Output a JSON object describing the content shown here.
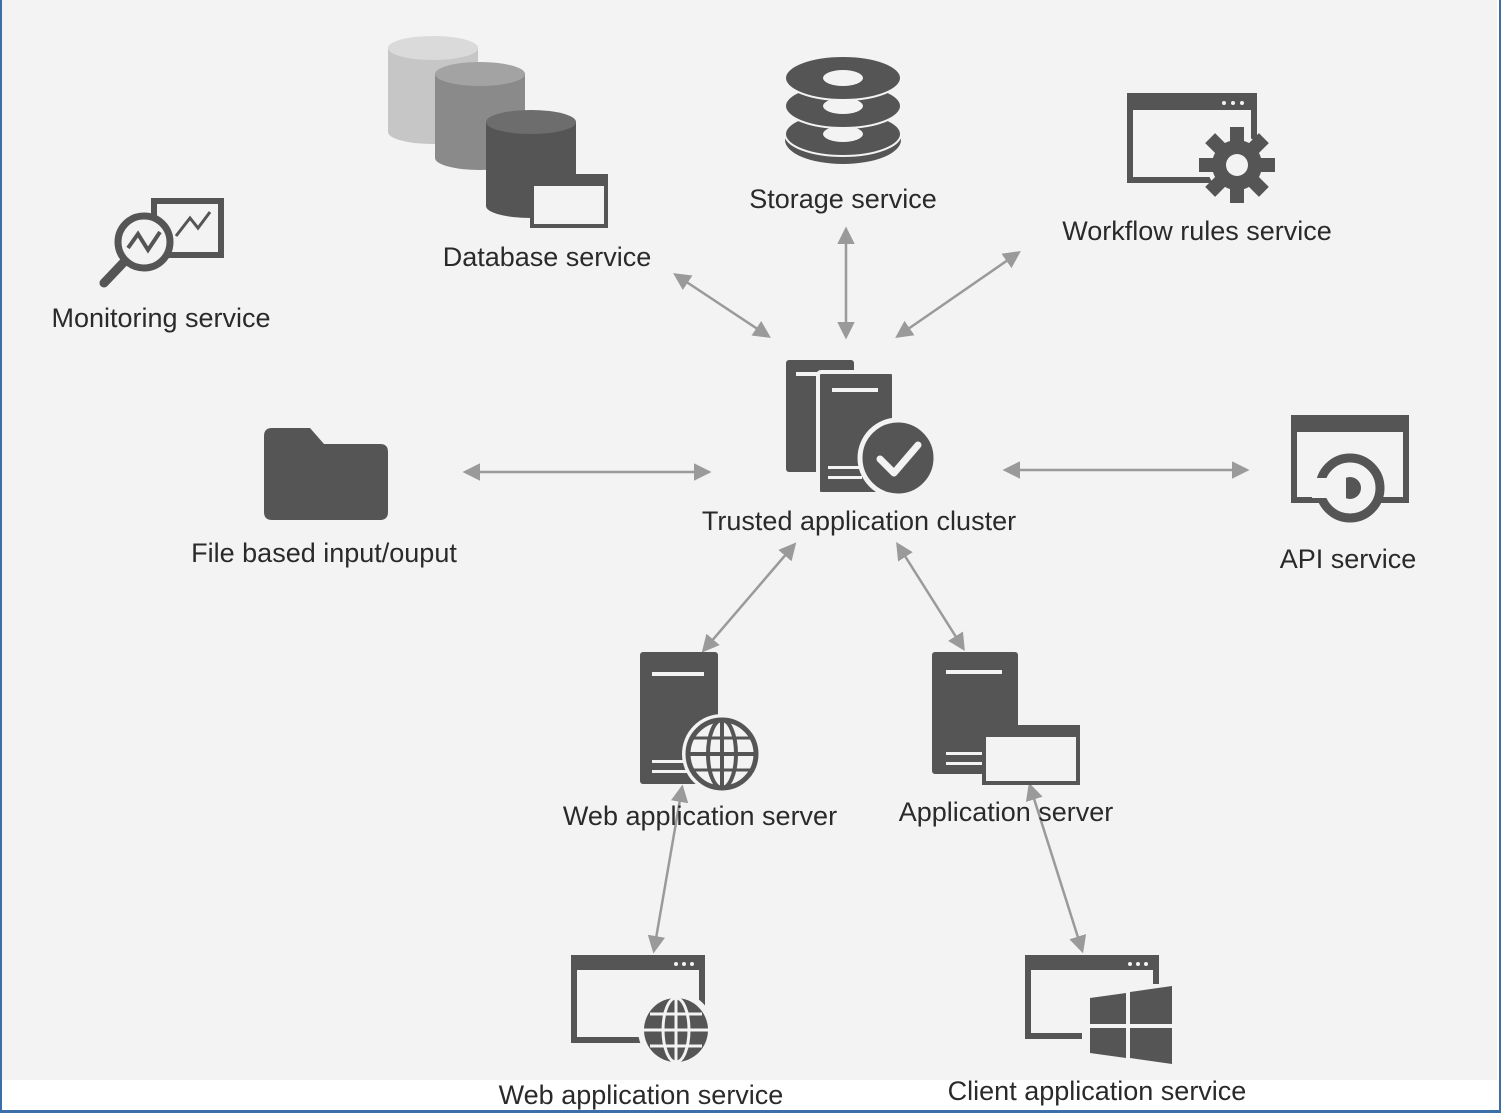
{
  "nodes": {
    "monitoring": "Monitoring service",
    "database": "Database service",
    "storage": "Storage service",
    "workflow": "Workflow rules service",
    "file_io": "File based input/ouput",
    "cluster": "Trusted application cluster",
    "api": "API service",
    "web_app_server": "Web application server",
    "app_server": "Application server",
    "web_app_service": "Web application service",
    "client_app_service": "Client application service"
  },
  "colors": {
    "icon_dark": "#555555",
    "icon_mid": "#8a8a8a",
    "icon_light": "#c6c6c6",
    "arrow": "#9a9a9a",
    "background": "#f3f3f3",
    "frame": "#3b6fa8"
  }
}
